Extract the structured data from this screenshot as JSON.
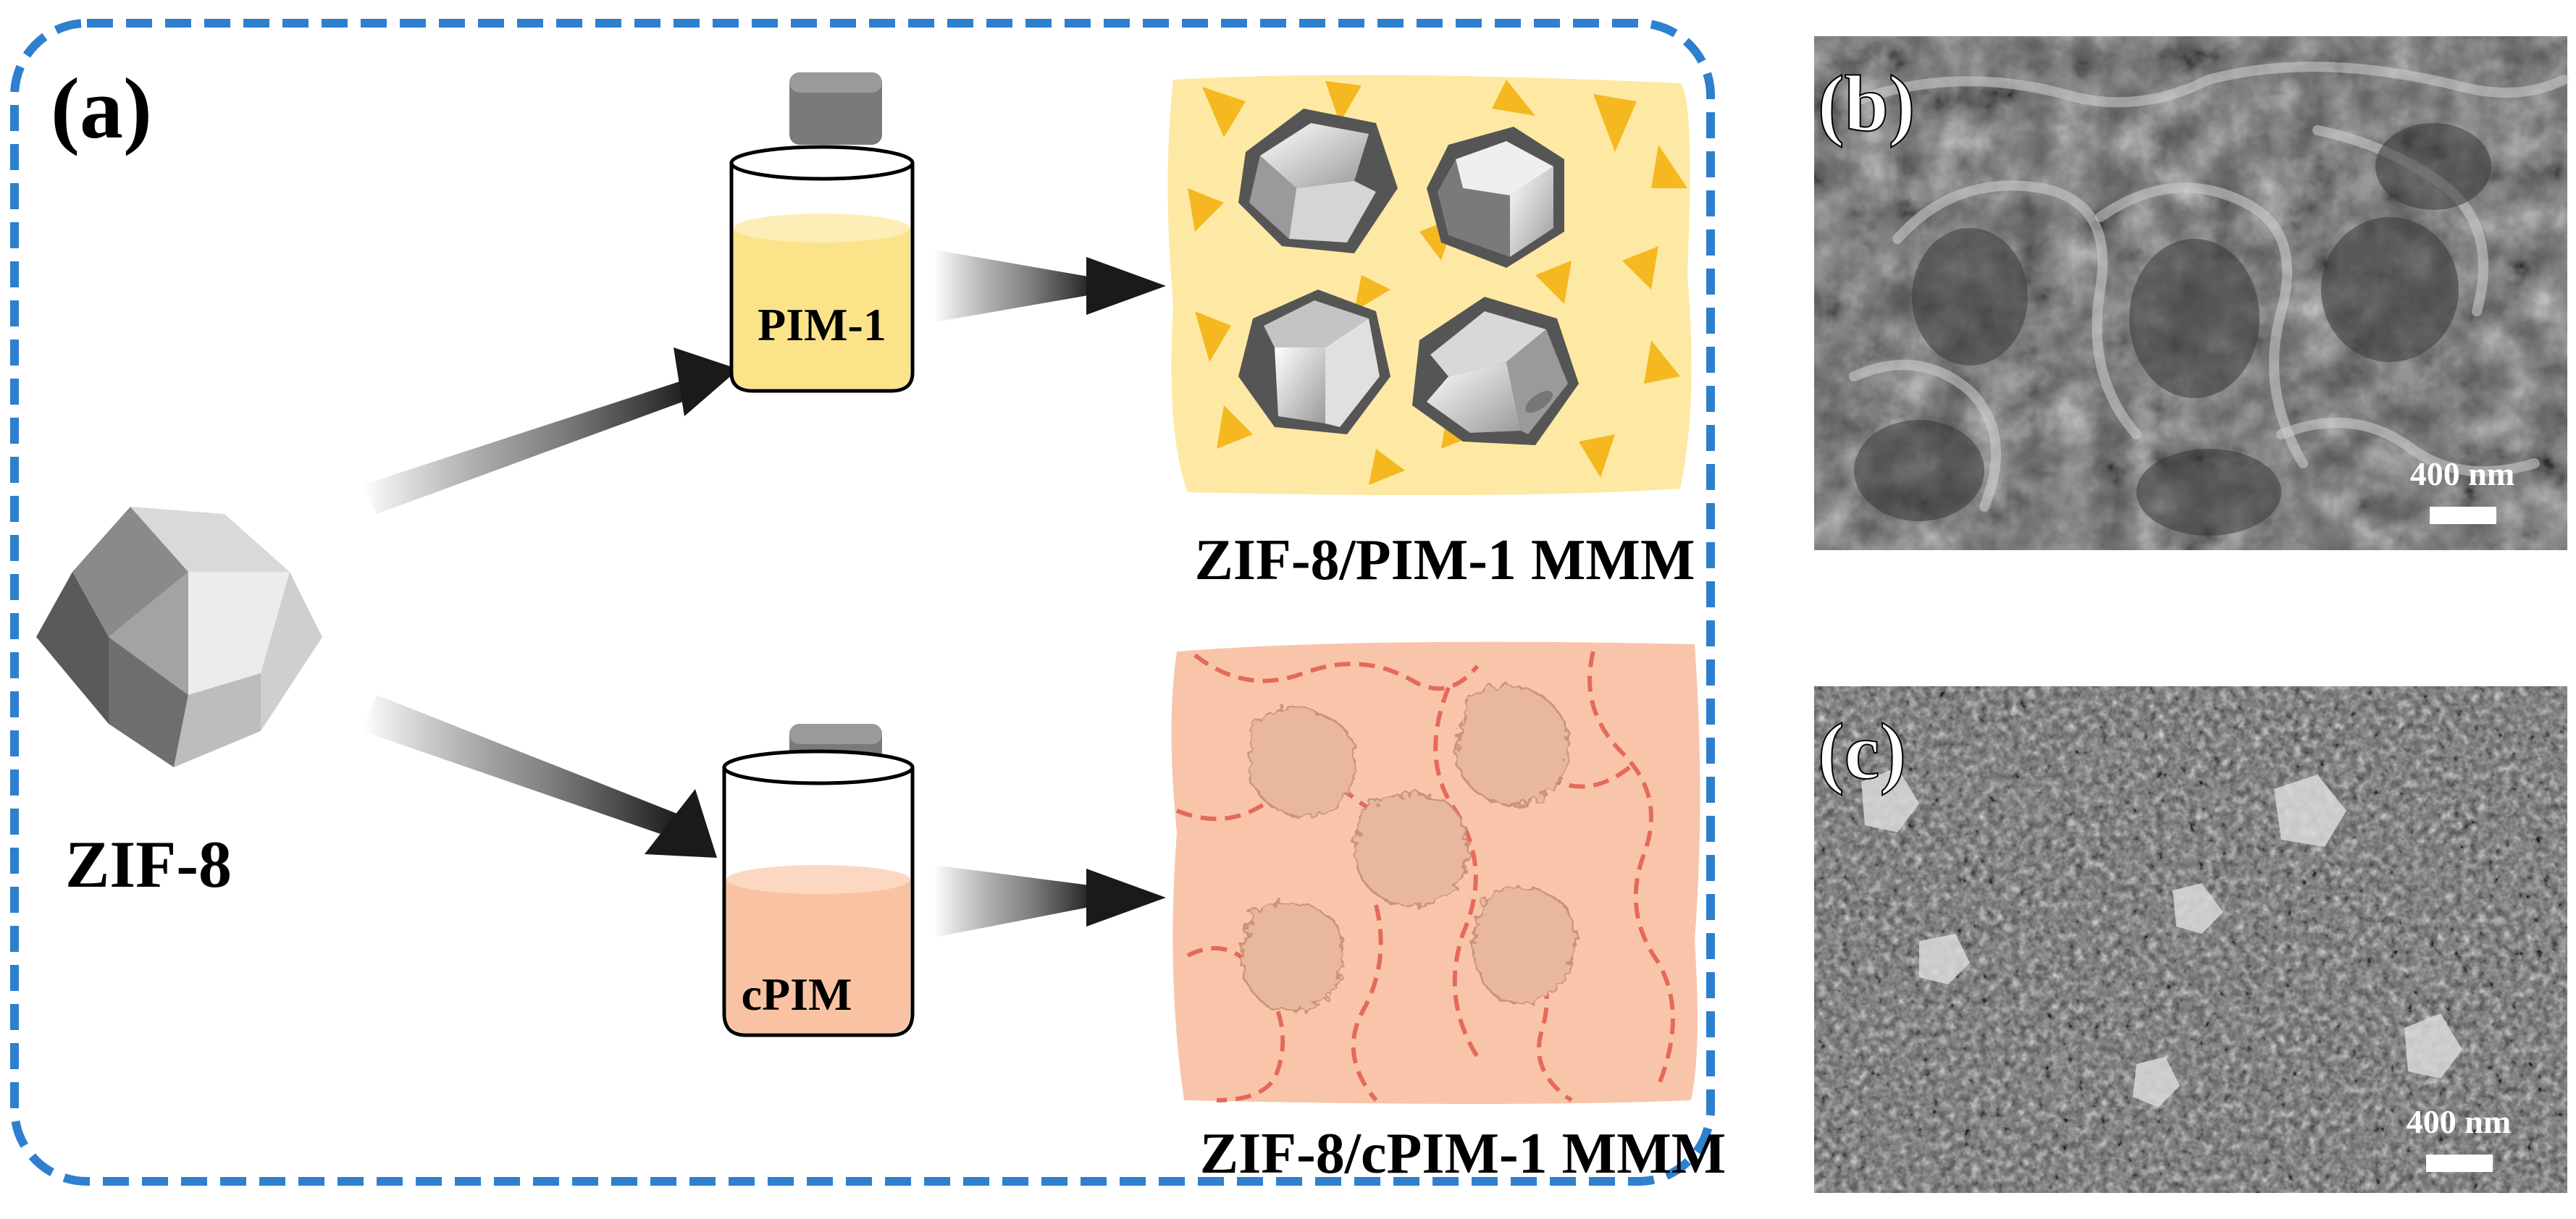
{
  "panel_a": {
    "label": "(a)",
    "zif8_label": "ZIF-8",
    "bottle_pim1_label": "PIM-1",
    "bottle_cpim_label": "cPIM",
    "mmm_pim1_caption": "ZIF-8/PIM-1 MMM",
    "mmm_cpim_caption": "ZIF-8/cPIM-1 MMM"
  },
  "panel_b": {
    "label": "(b)",
    "scale_bar": "400 nm"
  },
  "panel_c": {
    "label": "(c)",
    "scale_bar": "400 nm"
  },
  "colors": {
    "dashed_border": "#2f7fcf",
    "pim1_solution": "#fbe38a",
    "pim1_matrix": "#fde9a3",
    "filler_shards": "#f5b820",
    "cpim_solution": "#f9c3a3",
    "cpim_matrix": "#f9c5aa",
    "polymer_chain": "#e46a5a",
    "sem_background": "#5a5a5a"
  }
}
